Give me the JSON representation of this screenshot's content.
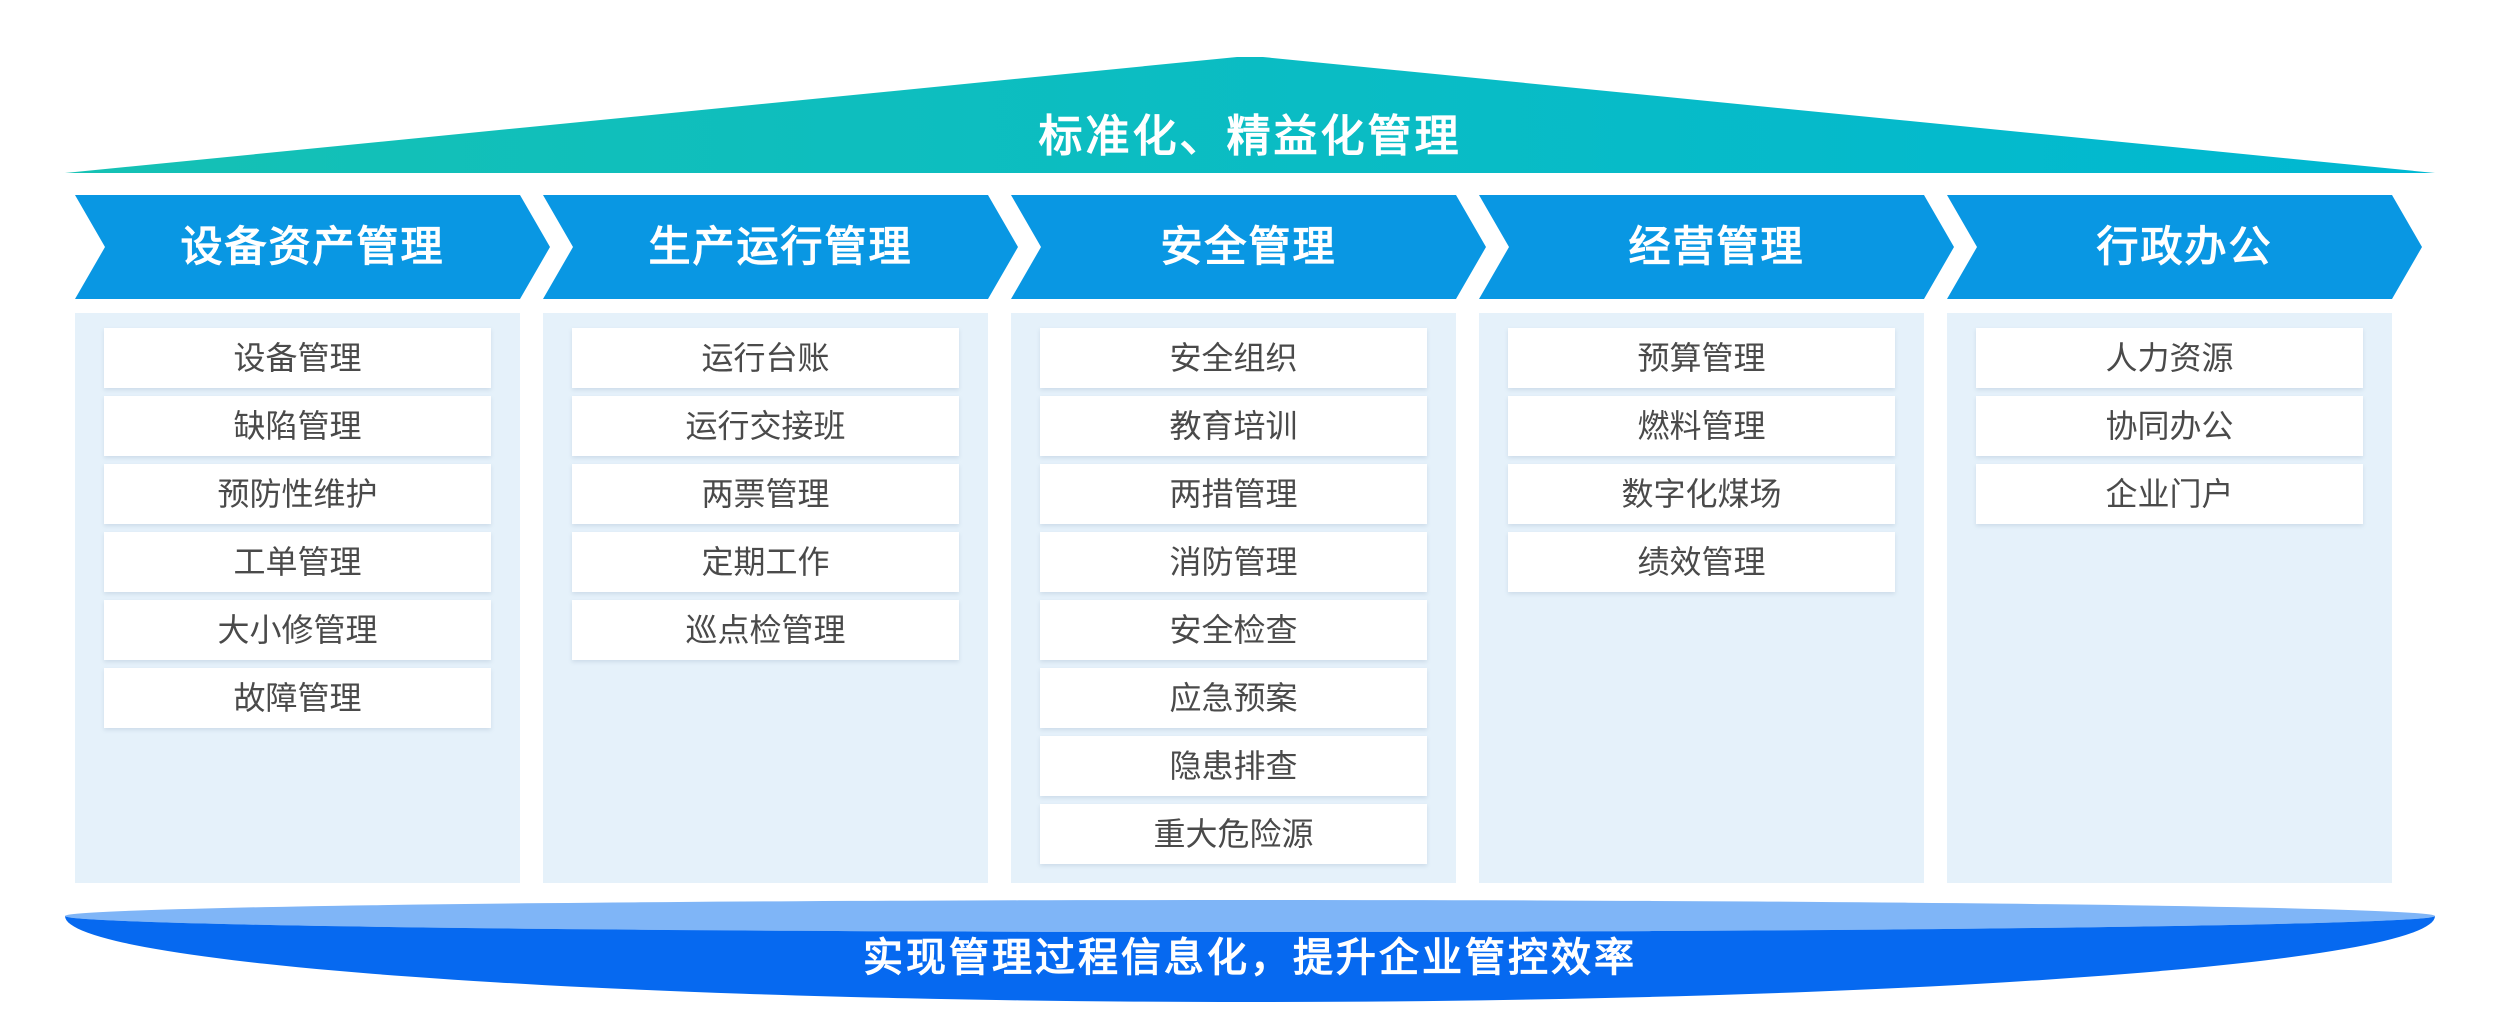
{
  "title_banner": {
    "label": "标准化、精益化管理"
  },
  "columns": [
    {
      "header": "设备资产管理",
      "items": [
        "设备管理",
        "缺陷管理",
        "预防性维护",
        "工单管理",
        "大小修管理",
        "故障管理"
      ]
    },
    {
      "header": "生产运行管理",
      "items": [
        "运行台账",
        "运行交接班",
        "两票管理",
        "定期工作",
        "巡点检管理"
      ]
    },
    {
      "header": "安全管理",
      "items": [
        "安全组织",
        "教育培训",
        "两措管理",
        "消防管理",
        "安全检查",
        "应急预案",
        "隐患排查",
        "重大危险源"
      ]
    },
    {
      "header": "经营管理",
      "items": [
        "预算管理",
        "燃料管理",
        "数字化煤场",
        "绩效管理"
      ]
    },
    {
      "header": "行政办公",
      "items": [
        "人力资源",
        "协同办公",
        "企业门户"
      ]
    }
  ],
  "footer_banner": {
    "label": "实现管理过程信息化，提升企业管控效率"
  },
  "colors": {
    "roof_teal_left": "#15C1B4",
    "roof_teal_right": "#00B8D2",
    "header_blue": "#0997E3",
    "panel_background": "#E5F1FA",
    "item_background": "#FFFFFF",
    "item_text": "#4A4A4A",
    "footer_front_blue": "#0669F0",
    "footer_rim_blue": "#7FB5F7"
  }
}
